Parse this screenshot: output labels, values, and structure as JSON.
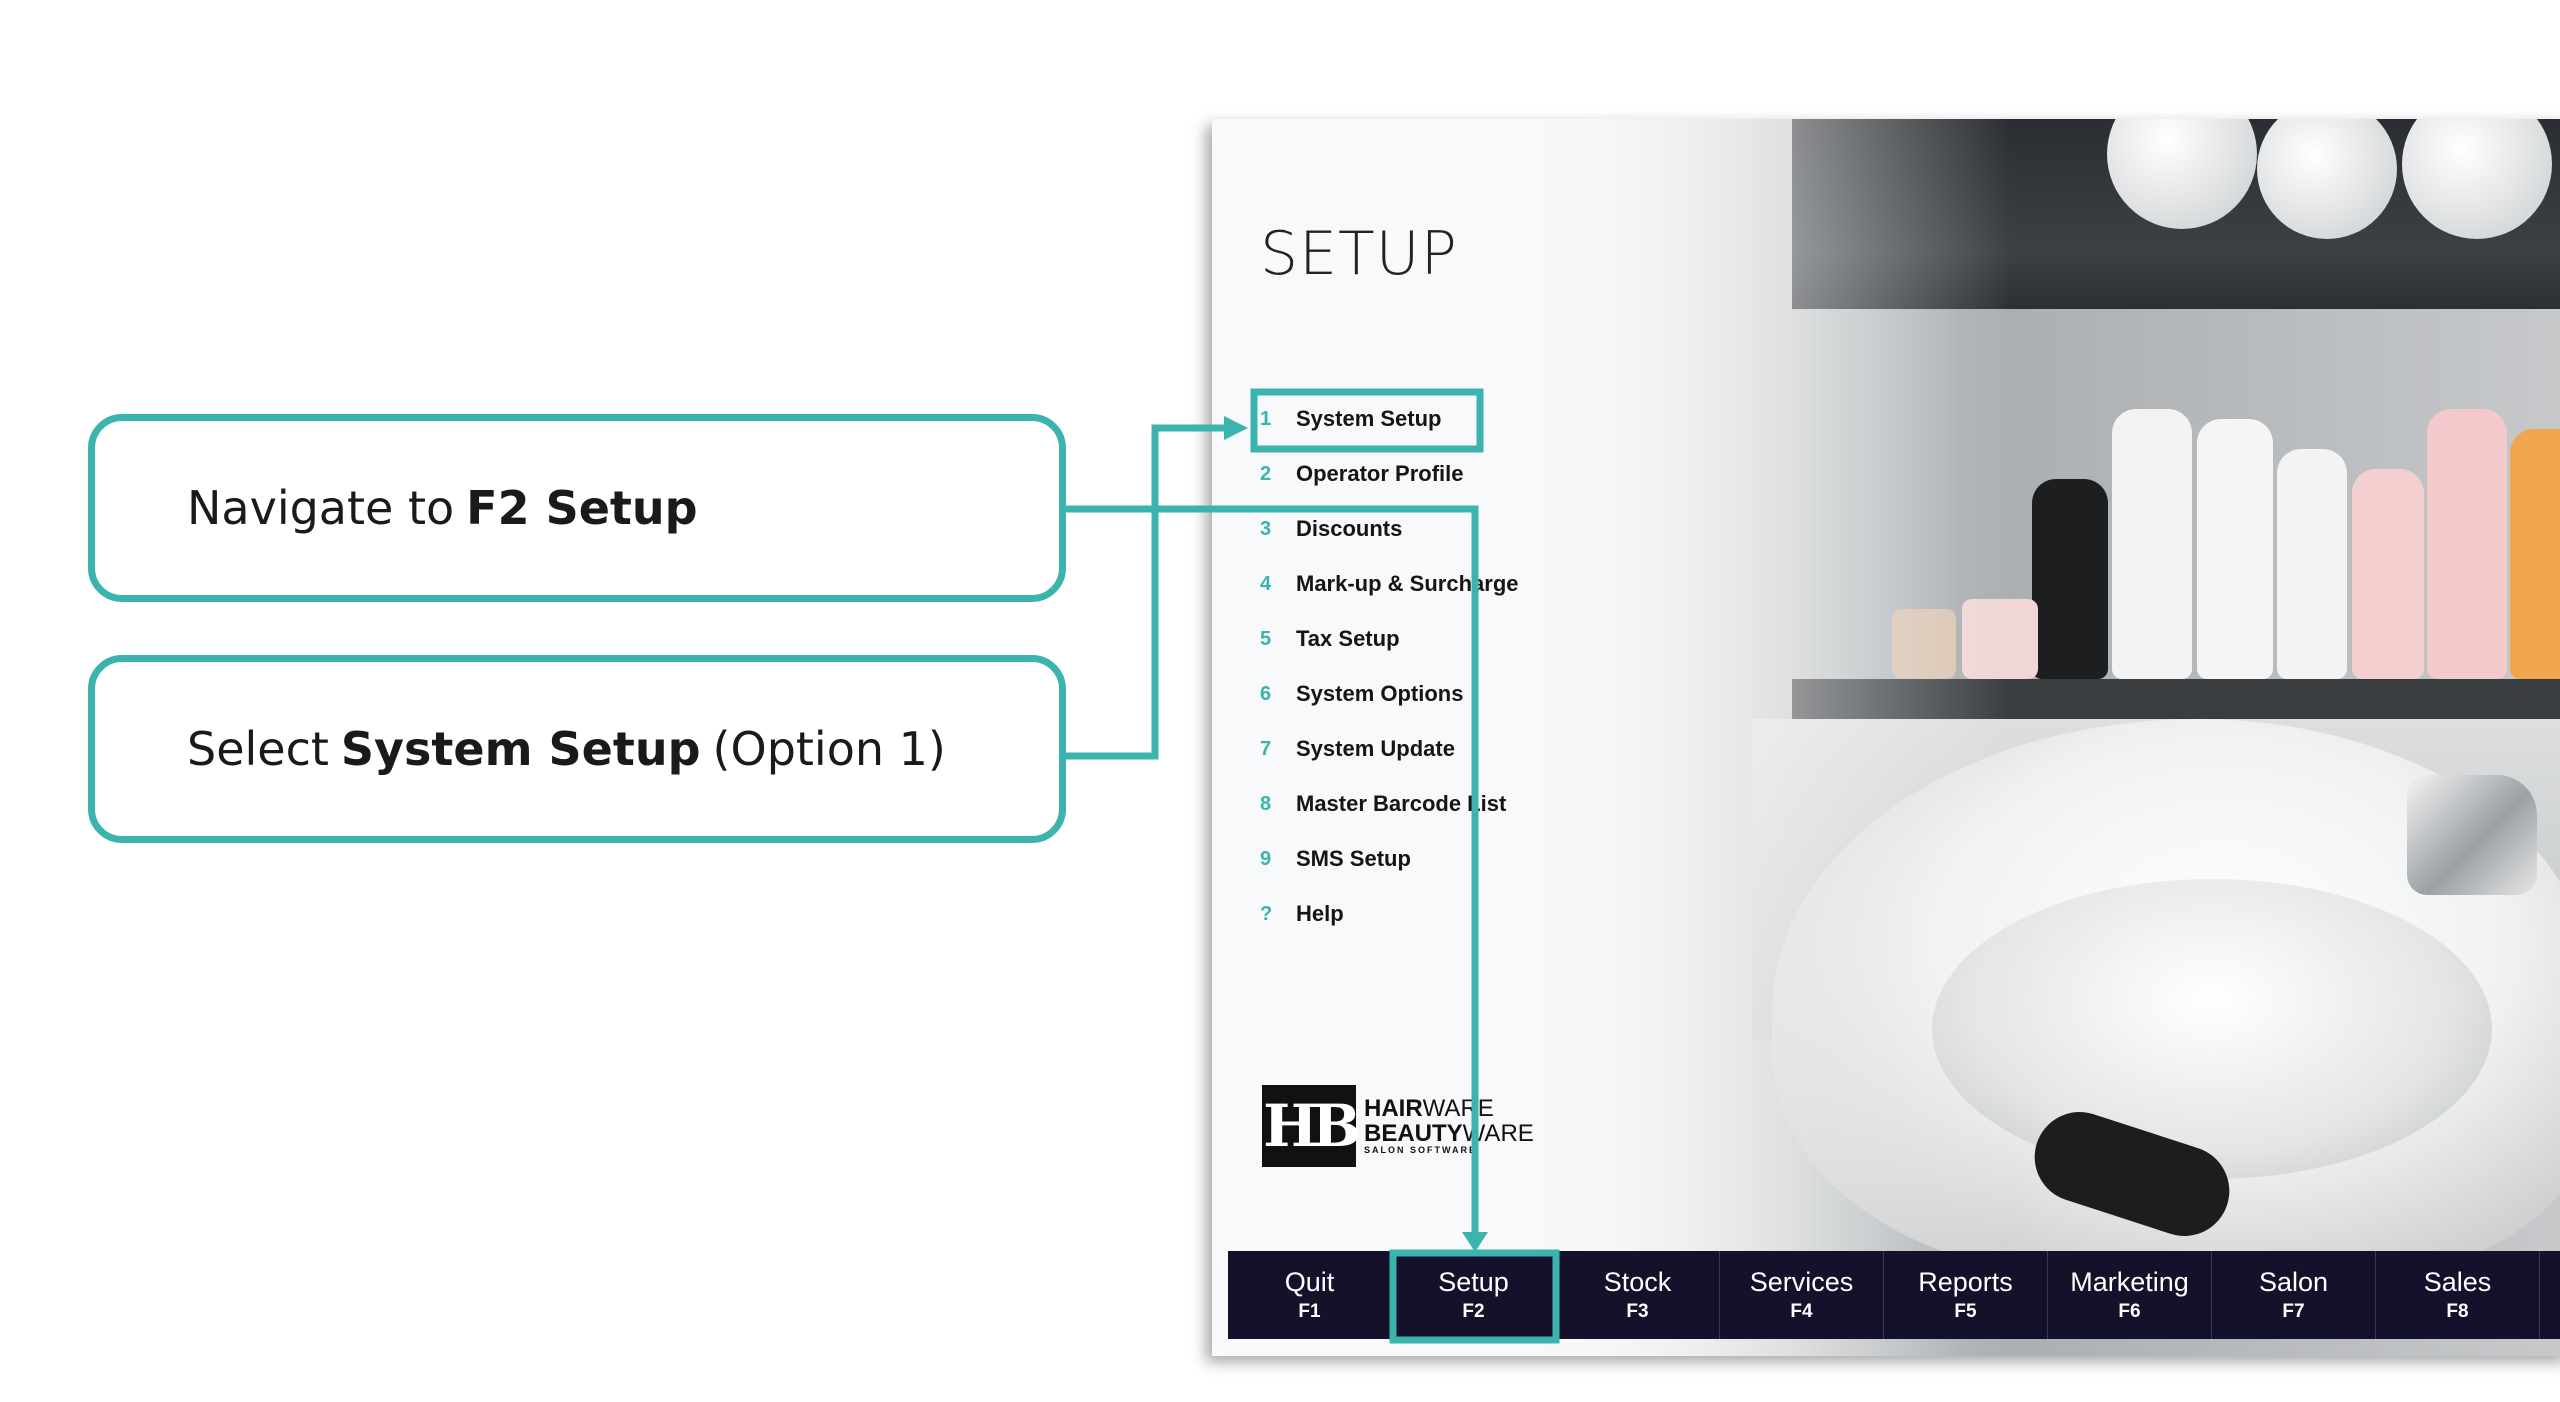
{
  "callouts": [
    {
      "pre": "Navigate to",
      "bold": "F2 Setup",
      "post": ""
    },
    {
      "pre": "Select",
      "bold": "System Setup",
      "post": "(Option 1)"
    }
  ],
  "app": {
    "title": "SETUP",
    "menu": [
      {
        "key": "1",
        "label": "System Setup"
      },
      {
        "key": "2",
        "label": "Operator Profile"
      },
      {
        "key": "3",
        "label": "Discounts"
      },
      {
        "key": "4",
        "label": "Mark-up & Surcharge"
      },
      {
        "key": "5",
        "label": "Tax Setup"
      },
      {
        "key": "6",
        "label": "System Options"
      },
      {
        "key": "7",
        "label": "System Update"
      },
      {
        "key": "8",
        "label": "Master Barcode List"
      },
      {
        "key": "9",
        "label": "SMS Setup"
      },
      {
        "key": "?",
        "label": "Help"
      }
    ],
    "logo": {
      "mark": "HB",
      "line1_bold": "HAIR",
      "line1_thin": "WARE",
      "line2_bold": "BEAUTY",
      "line2_thin": "WARE",
      "sub": "SALON SOFTWARE"
    },
    "function_keys": [
      {
        "label": "Quit",
        "key": "F1"
      },
      {
        "label": "Setup",
        "key": "F2"
      },
      {
        "label": "Stock",
        "key": "F3"
      },
      {
        "label": "Services",
        "key": "F4"
      },
      {
        "label": "Reports",
        "key": "F5"
      },
      {
        "label": "Marketing",
        "key": "F6"
      },
      {
        "label": "Salon",
        "key": "F7"
      },
      {
        "label": "Sales",
        "key": "F8"
      }
    ]
  },
  "colors": {
    "accent": "#3bb3ae",
    "bar": "#14112a"
  }
}
